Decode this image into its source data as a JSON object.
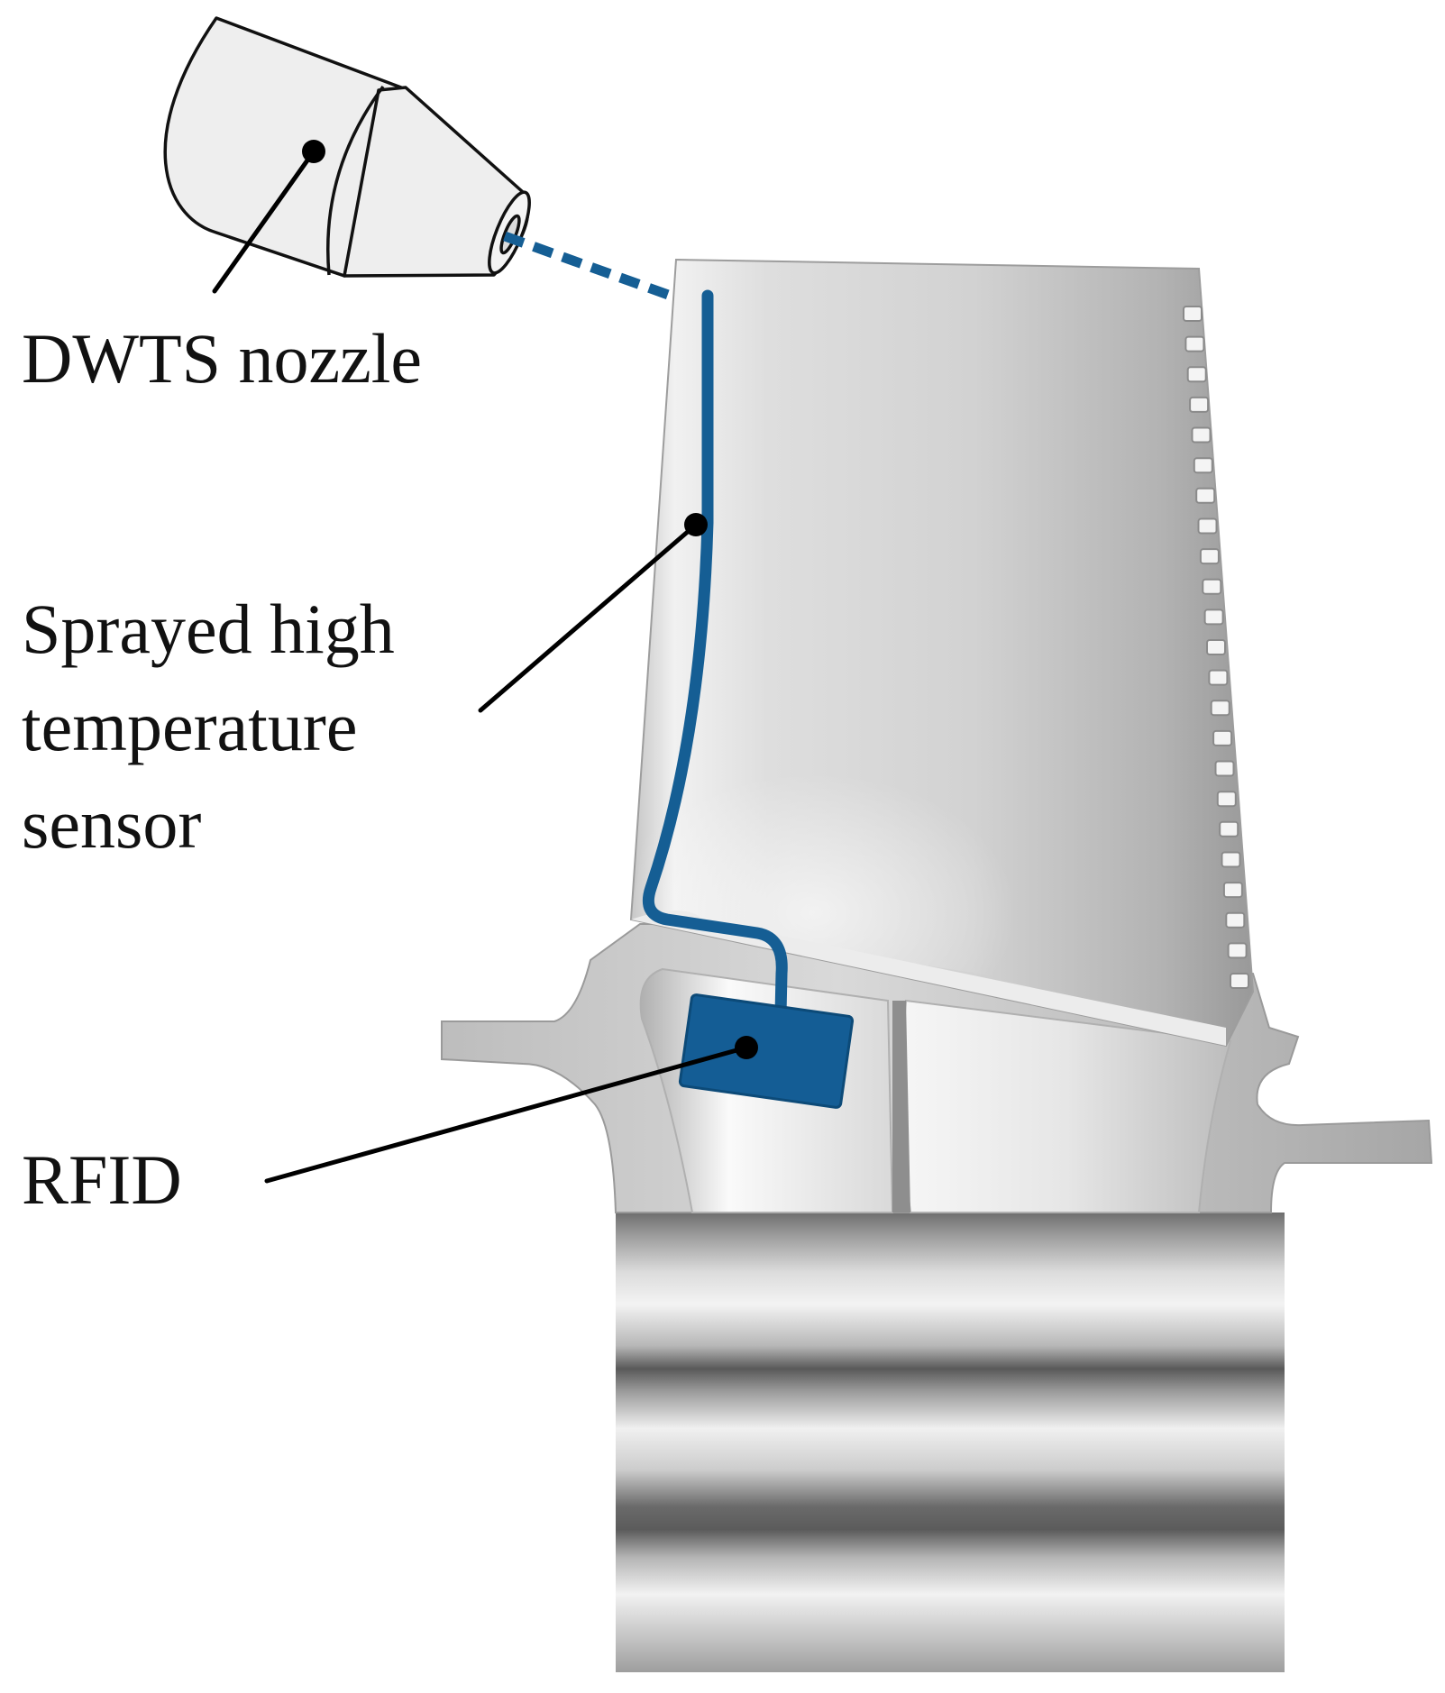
{
  "labels": {
    "nozzle": "DWTS nozzle",
    "sensor_line1": "Sprayed high",
    "sensor_line2": "temperature",
    "sensor_line3": "sensor",
    "rfid": "RFID"
  },
  "icons": {
    "nozzle": "nozzle-icon",
    "blade": "turbine-blade-icon",
    "rfid_tag": "rfid-tag-icon"
  },
  "colors": {
    "sensor_trace": "#155e94",
    "rfid_tag": "#145d95",
    "leader_line": "#000000",
    "metal_light": "#f2f2f2",
    "metal_dark": "#8a8a8a"
  }
}
